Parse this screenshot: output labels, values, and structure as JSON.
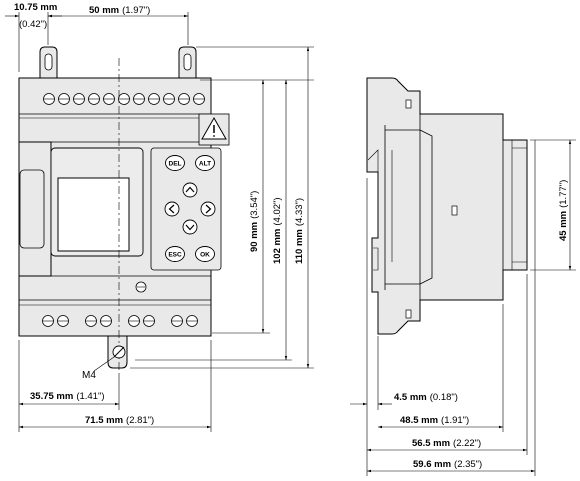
{
  "dimensions": {
    "d1": {
      "bold": "10.75 mm",
      "normal": "(0.42\")"
    },
    "d2": {
      "bold": "50 mm",
      "normal": "(1.97\")"
    },
    "d3": {
      "bold": "90 mm",
      "normal": "(3.54\")"
    },
    "d4": {
      "bold": "102 mm",
      "normal": "(4.02\")"
    },
    "d5": {
      "bold": "110 mm",
      "normal": "(4.33\")"
    },
    "d6": {
      "bold": "45 mm",
      "normal": "(1.77\")"
    },
    "d7": {
      "bold": "35.75 mm",
      "normal": "(1.41\")"
    },
    "d8": {
      "bold": "71.5 mm",
      "normal": "(2.81\")"
    },
    "d9": {
      "bold": "4.5 mm",
      "normal": "(0.18\")"
    },
    "d10": {
      "bold": "48.5 mm",
      "normal": "(1.91\")"
    },
    "d11": {
      "bold": "56.5 mm",
      "normal": "(2.22\")"
    },
    "d12": {
      "bold": "59.6 mm",
      "normal": "(2.35\")"
    }
  },
  "callouts": {
    "screw": "M4"
  },
  "buttons": {
    "del": "DEL",
    "alt": "ALT",
    "esc": "ESC",
    "ok": "OK"
  },
  "icons": [
    "warning-icon",
    "arrow-up-icon",
    "arrow-down-icon",
    "arrow-left-icon",
    "arrow-right-icon"
  ]
}
